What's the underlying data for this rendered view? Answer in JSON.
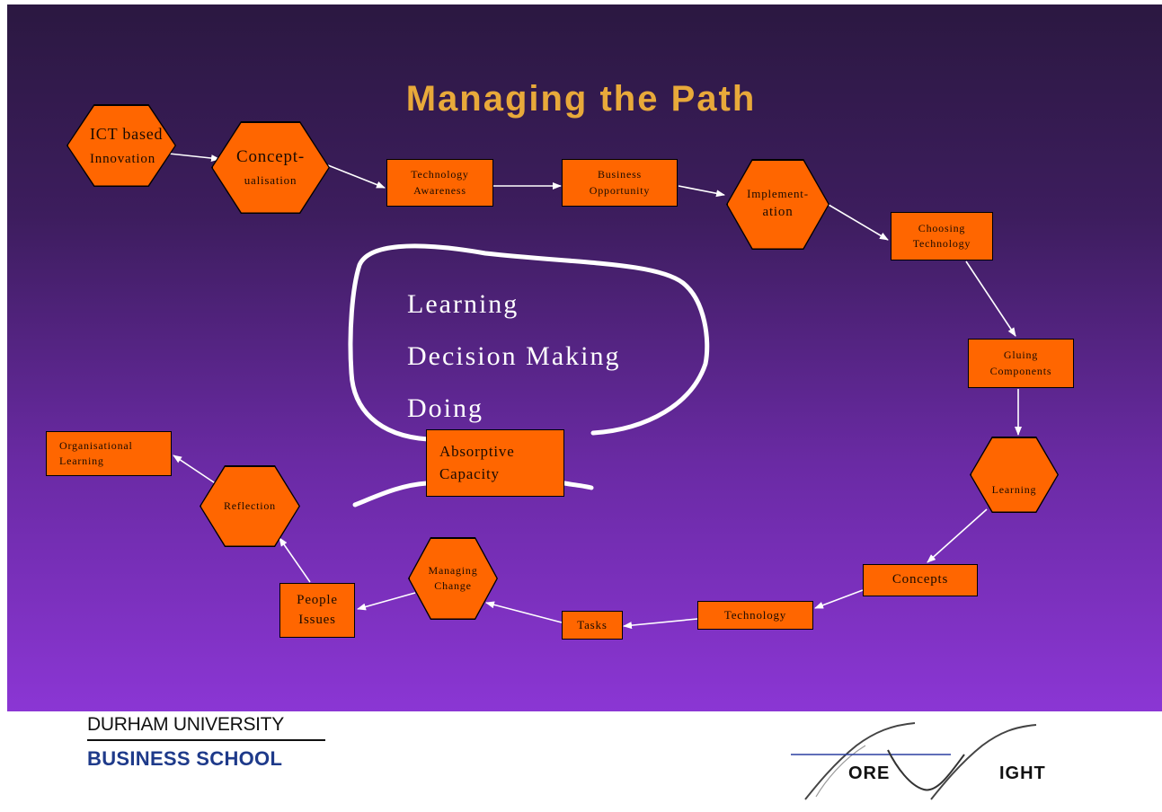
{
  "slide": {
    "title": "Managing the Path",
    "background_top": "#2b1841",
    "background_bottom": "#8b36d4",
    "node_color": "#ff6600",
    "title_color": "#e8a93a"
  },
  "nodes": {
    "ict": {
      "line1": "ICT based",
      "line2": "Innovation"
    },
    "concept": {
      "line1": "Concept-",
      "line2": "ualisation"
    },
    "tech_awareness": {
      "line1": "Technology",
      "line2": "Awareness"
    },
    "business_opp": {
      "line1": "Business",
      "line2": "Opportunity"
    },
    "implementation": {
      "line1": "Implement-",
      "line2": "ation"
    },
    "choosing_tech": {
      "line1": "Choosing",
      "line2": "Technology"
    },
    "gluing": {
      "line1": "Gluing",
      "line2": "Components"
    },
    "learning": {
      "line1": "Learning"
    },
    "concepts": {
      "line1": "Concepts"
    },
    "technology": {
      "line1": "Technology"
    },
    "tasks": {
      "line1": "Tasks"
    },
    "managing_change": {
      "line1": "Managing",
      "line2": "Change"
    },
    "people_issues": {
      "line1": "People",
      "line2": "Issues"
    },
    "reflection": {
      "line1": "Reflection"
    },
    "org_learning": {
      "line1": "Organisational",
      "line2": "Learning"
    },
    "absorptive": {
      "line1": "Absorptive",
      "line2": "Capacity"
    }
  },
  "cloud": {
    "line1": "Learning",
    "line2": "Decision Making",
    "line3": "Doing"
  },
  "footer": {
    "university": "DURHAM UNIVERSITY",
    "school": "BUSINESS SCHOOL",
    "logo_text_1": "ORE",
    "logo_text_2": "IGHT"
  }
}
